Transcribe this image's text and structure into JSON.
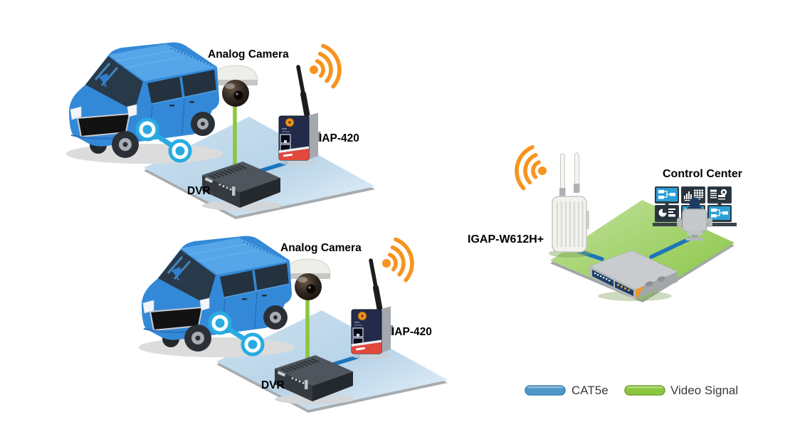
{
  "scene1": {
    "camera_label": "Analog Camera",
    "device_label": "IAP-420",
    "recorder_label": "DVR"
  },
  "scene2": {
    "camera_label": "Analog Camera",
    "device_label": "IAP-420",
    "recorder_label": "DVR"
  },
  "control_scene": {
    "ap_label": "IGAP-W612H+",
    "center_label": "Control Center"
  },
  "legend": {
    "cat5e": {
      "label": "CAT5e",
      "color": "#4E96C8"
    },
    "video": {
      "label": "Video Signal",
      "color": "#8CC63E"
    }
  },
  "colors": {
    "wireless_orange": "#F7941E",
    "cat5e_line_blue": "#1B75BC",
    "video_line_green": "#8CC63E",
    "link_connector_blue": "#29ABE2",
    "van_blue": "#3389D8",
    "platform_blue": "#C2DAEC",
    "platform_green": "#8CC63F",
    "iap_body_navy": "#222B49",
    "monitor_screen_blue": "#2B9FD6"
  },
  "icons": {
    "wireless_signal": "wireless-signal-icon (orange dot with three arcs)",
    "link_connector": "two blue ring nodes joined by a line"
  }
}
